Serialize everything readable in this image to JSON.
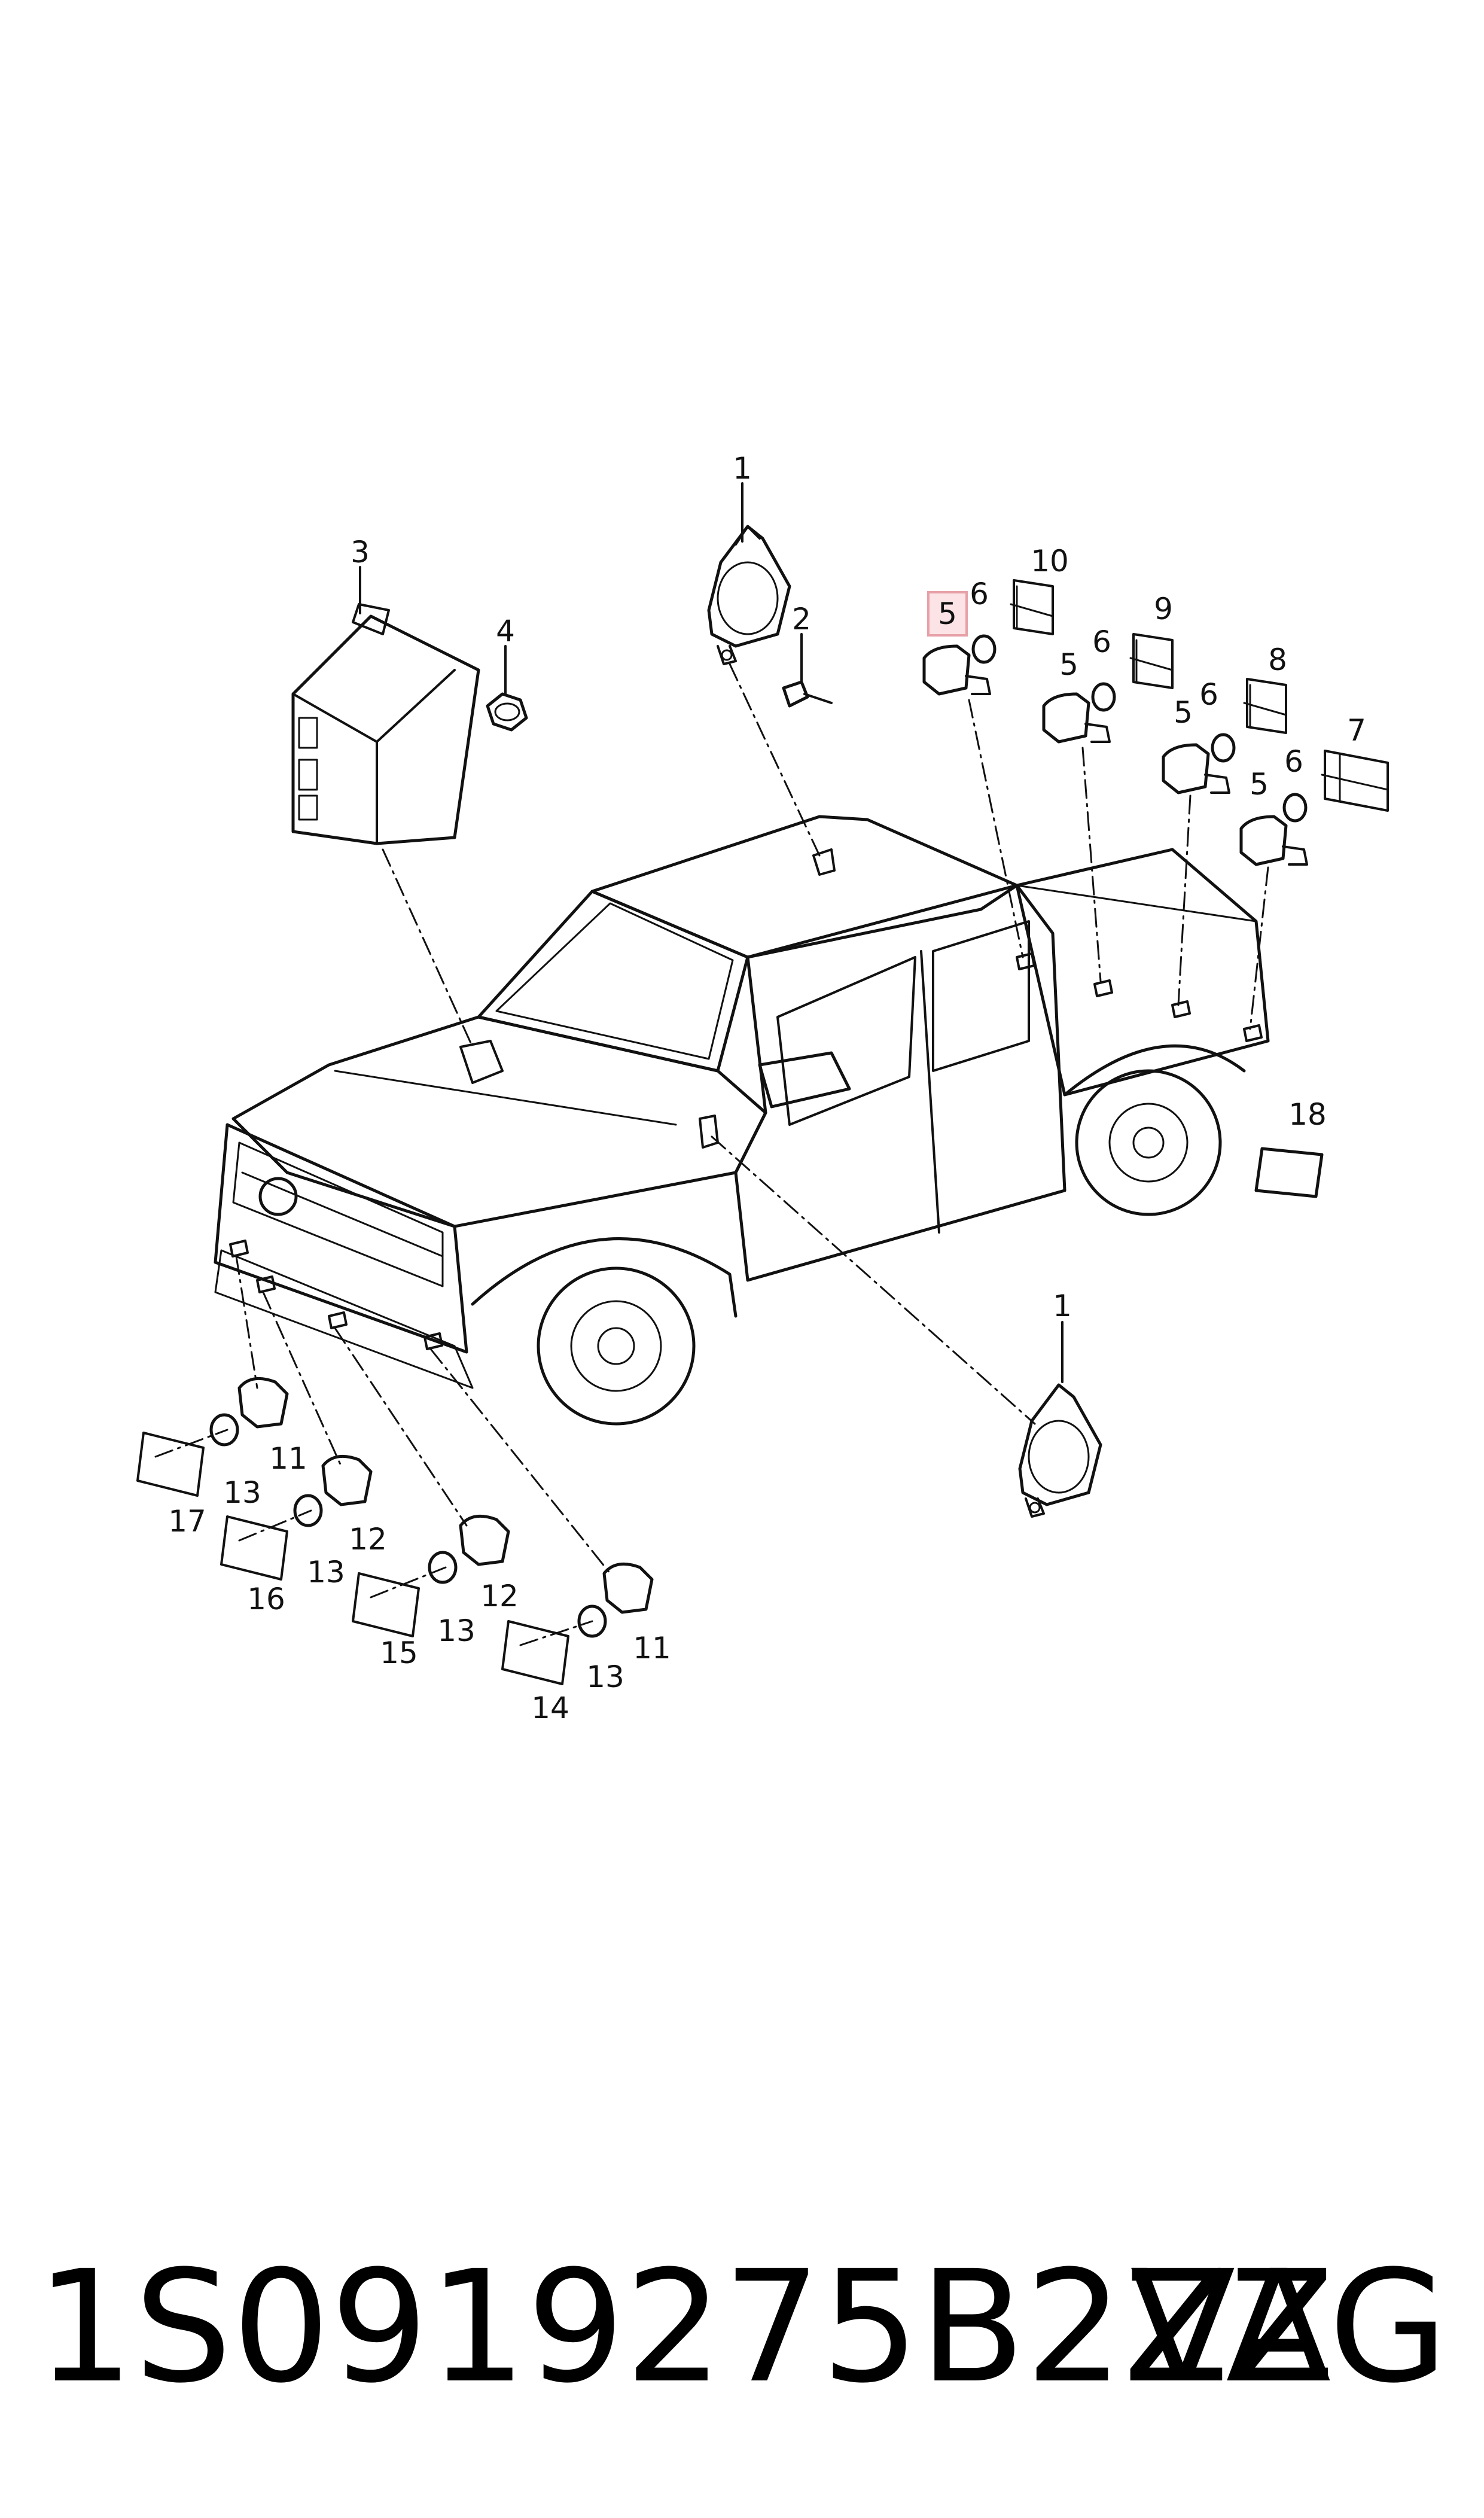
{
  "callouts": [
    {
      "id": "c1a",
      "text": "1"
    },
    {
      "id": "c1b",
      "text": "1"
    },
    {
      "id": "c2",
      "text": "2"
    },
    {
      "id": "c3",
      "text": "3"
    },
    {
      "id": "c4",
      "text": "4"
    },
    {
      "id": "c5a",
      "text": "5"
    },
    {
      "id": "c5b",
      "text": "5"
    },
    {
      "id": "c5c",
      "text": "5"
    },
    {
      "id": "c5d",
      "text": "5"
    },
    {
      "id": "c6a",
      "text": "6"
    },
    {
      "id": "c6b",
      "text": "6"
    },
    {
      "id": "c6c",
      "text": "6"
    },
    {
      "id": "c6d",
      "text": "6"
    },
    {
      "id": "c7",
      "text": "7"
    },
    {
      "id": "c8",
      "text": "8"
    },
    {
      "id": "c9",
      "text": "9"
    },
    {
      "id": "c10",
      "text": "10"
    },
    {
      "id": "c11a",
      "text": "11"
    },
    {
      "id": "c11b",
      "text": "11"
    },
    {
      "id": "c12a",
      "text": "12"
    },
    {
      "id": "c12b",
      "text": "12"
    },
    {
      "id": "c13a",
      "text": "13"
    },
    {
      "id": "c13b",
      "text": "13"
    },
    {
      "id": "c13c",
      "text": "13"
    },
    {
      "id": "c13d",
      "text": "13"
    },
    {
      "id": "c14",
      "text": "14"
    },
    {
      "id": "c15",
      "text": "15"
    },
    {
      "id": "c16",
      "text": "16"
    },
    {
      "id": "c17",
      "text": "17"
    },
    {
      "id": "c18",
      "text": "18"
    }
  ],
  "highlighted_callout": "5",
  "highlight_color": "#e8a0a8",
  "footer": {
    "part_number": "1S0919275B2ZZ",
    "brand": "VAG"
  }
}
